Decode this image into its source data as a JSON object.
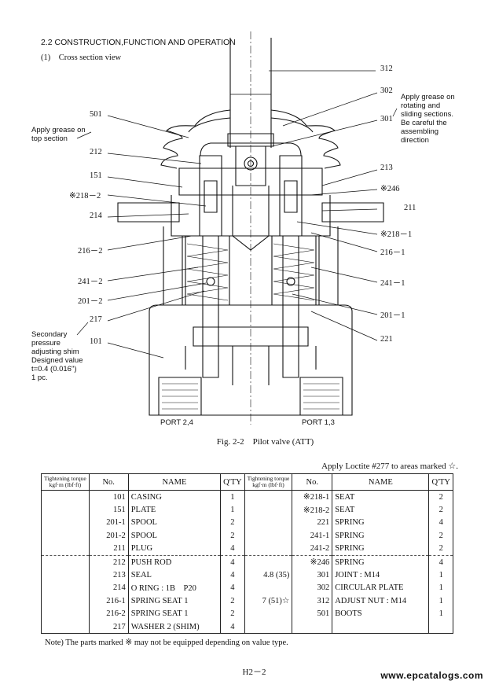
{
  "section": {
    "heading": "2.2 CONSTRUCTION,FUNCTION AND OPERATION",
    "subheading": "(1)　Cross section view"
  },
  "diagram": {
    "callouts": {
      "grease_top": [
        "Apply grease on",
        "top section"
      ],
      "grease_rotating": [
        "Apply grease on",
        "rotating and",
        "sliding sections.",
        "Be careful the",
        "assembling",
        "direction"
      ],
      "shim": [
        "Secondary",
        "pressure",
        "adjusting shim",
        "Designed value",
        "t=0.4 (0.016\")",
        "1 pc."
      ]
    },
    "left_labels": [
      "501",
      "212",
      "151",
      "※218－2",
      "214",
      "216－2",
      "241－2",
      "201－2",
      "217",
      "101"
    ],
    "right_labels": [
      "312",
      "302",
      "301",
      "213",
      "※246",
      "211",
      "※218－1",
      "216－1",
      "241－1",
      "201－1",
      "221"
    ],
    "port_left": "PORT 2,4",
    "port_right": "PORT 1,3",
    "caption": "Fig. 2-2　Pilot valve (ATT)"
  },
  "loctite_note": "Apply Loctite #277 to areas marked ☆.",
  "parts_table": {
    "headers": {
      "torque": [
        "Tightening torque",
        "kgf·m (lbf·ft)"
      ],
      "no": "No.",
      "name": "NAME",
      "qty": "Q'TY"
    },
    "rows": [
      {
        "lt": "",
        "ln": "101",
        "lname": "CASING",
        "lq": "1",
        "rt": "",
        "rn": "※218-1",
        "rname": "SEAT",
        "rq": "2"
      },
      {
        "lt": "",
        "ln": "151",
        "lname": "PLATE",
        "lq": "1",
        "rt": "",
        "rn": "※218-2",
        "rname": "SEAT",
        "rq": "2"
      },
      {
        "lt": "",
        "ln": "201-1",
        "lname": "SPOOL",
        "lq": "2",
        "rt": "",
        "rn": "221",
        "rname": "SPRING",
        "rq": "4"
      },
      {
        "lt": "",
        "ln": "201-2",
        "lname": "SPOOL",
        "lq": "2",
        "rt": "",
        "rn": "241-1",
        "rname": "SPRING",
        "rq": "2"
      },
      {
        "lt": "",
        "ln": "211",
        "lname": "PLUG",
        "lq": "4",
        "rt": "",
        "rn": "241-2",
        "rname": "SPRING",
        "rq": "2"
      },
      {
        "lt": "",
        "ln": "212",
        "lname": "PUSH ROD",
        "lq": "4",
        "rt": "",
        "rn": "※246",
        "rname": "SPRING",
        "rq": "4"
      },
      {
        "lt": "",
        "ln": "213",
        "lname": "SEAL",
        "lq": "4",
        "rt": "4.8 (35)",
        "rn": "301",
        "rname": "JOINT : M14",
        "rq": "1"
      },
      {
        "lt": "",
        "ln": "214",
        "lname": "O RING : 1B　P20",
        "lq": "4",
        "rt": "",
        "rn": "302",
        "rname": "CIRCULAR PLATE",
        "rq": "1"
      },
      {
        "lt": "",
        "ln": "216-1",
        "lname": "SPRING SEAT 1",
        "lq": "2",
        "rt": "7 (51)☆",
        "rn": "312",
        "rname": "ADJUST NUT : M14",
        "rq": "1"
      },
      {
        "lt": "",
        "ln": "216-2",
        "lname": "SPRING SEAT 1",
        "lq": "2",
        "rt": "",
        "rn": "501",
        "rname": "BOOTS",
        "rq": "1"
      },
      {
        "lt": "",
        "ln": "217",
        "lname": "WASHER 2 (SHIM)",
        "lq": "4",
        "rt": "",
        "rn": "",
        "rname": "",
        "rq": ""
      }
    ]
  },
  "note": "Note) The parts marked ※ may not be equipped depending on value type.",
  "page_number": "H2－2",
  "watermark": "www.epcatalogs.com"
}
